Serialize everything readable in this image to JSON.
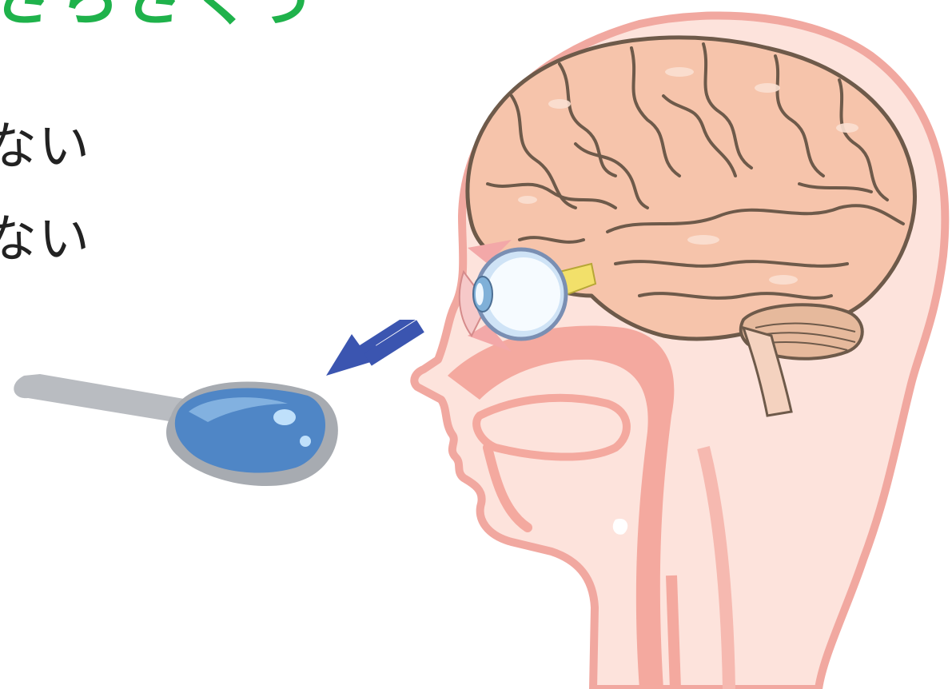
{
  "title_fragment": "さらさくう",
  "lines": [
    "ない",
    "ない"
  ],
  "illustration": {
    "subject": "head-cross-section",
    "parts": [
      "brain",
      "cerebellum",
      "eye",
      "nasal-cavity",
      "throat"
    ],
    "arrow": "arrow-left-down",
    "object": "spoon-with-liquid"
  },
  "colors": {
    "title_green": "#1fb24b",
    "text": "#222222",
    "skin": "#fde3dc",
    "skin_outline": "#f1a8a0",
    "brain": "#f6c4ab",
    "brain_outline": "#6e5a4a",
    "arrow": "#3b55b0",
    "spoon_handle": "#b9bcc1",
    "spoon_liquid": "#4f86c6"
  }
}
